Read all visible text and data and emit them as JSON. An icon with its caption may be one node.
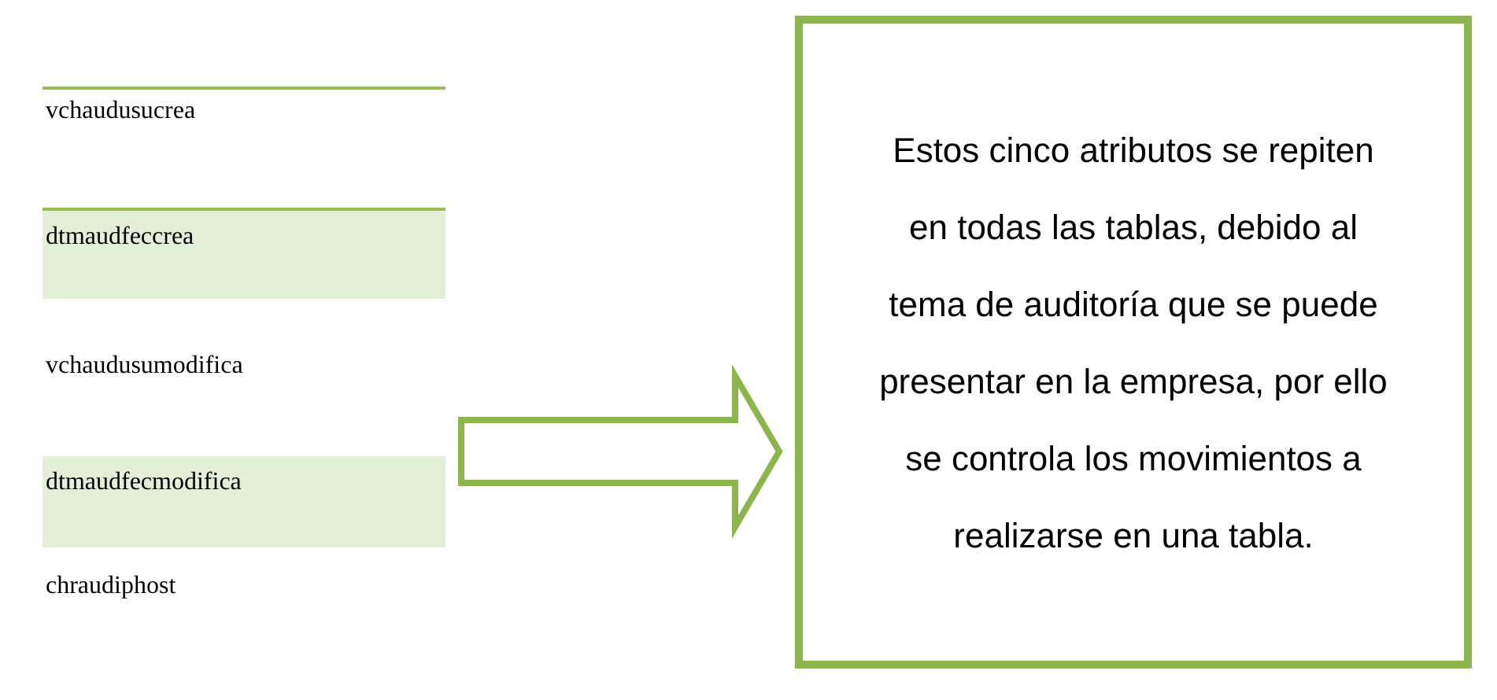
{
  "diagram": {
    "nodes": [
      {
        "text": [
          "vchaudusucrea",
          "dtmaudfeccrea",
          "vchaudusumodifica",
          "dtmaudfecmodifica",
          "chraudiphost"
        ]
      },
      {
        "text": [
          "Estos cinco atributos se repiten en todas las tablas, debido al tema de auditoría que se puede presentar en la empresa, por ello se controla los movimientos a realizarse en una tabla."
        ]
      }
    ],
    "edges": [
      {
        "from": 0,
        "to": 1,
        "arrow": "to"
      }
    ]
  }
}
